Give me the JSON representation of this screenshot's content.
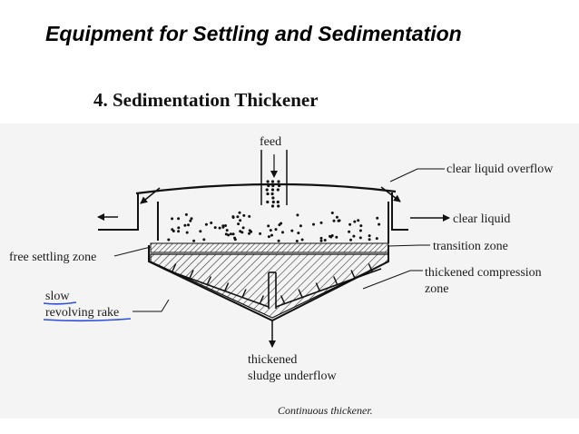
{
  "slide": {
    "title": "Equipment for Settling and Sedimentation",
    "subtitle": "4. Sedimentation Thickener"
  },
  "diagram": {
    "labels": {
      "feed": "feed",
      "clear_liquid_overflow": "clear liquid overflow",
      "clear_liquid": "clear liquid",
      "transition_zone": "transition zone",
      "free_settling_zone": "free settling zone",
      "thickened_compression_line1": "thickened compression",
      "thickened_compression_line2": "zone",
      "slow": "slow",
      "revolving_rake": "revolving rake",
      "underflow_line1": "thickened",
      "underflow_line2": "sludge underflow"
    },
    "caption": "Continuous thickener.",
    "annotation_color": "#2c4fd6"
  }
}
